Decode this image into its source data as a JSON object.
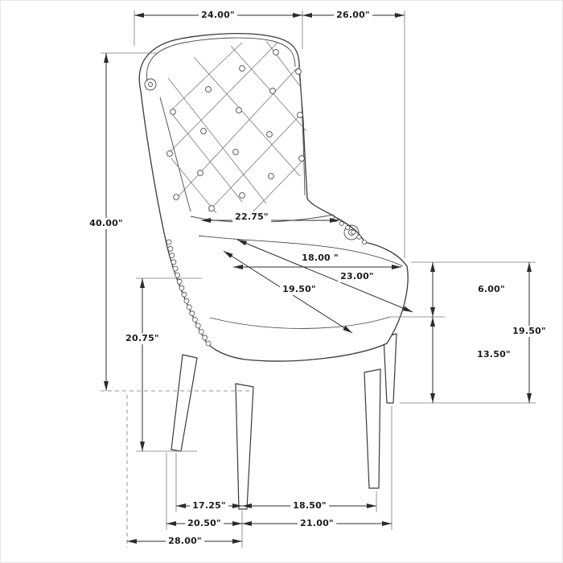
{
  "colors": {
    "ink": "#2b2b2b",
    "background": "#ffffff"
  },
  "dimensions": {
    "top_first": "24.00\"",
    "top_second": "26.00\"",
    "left_height": "40.00\"",
    "left_arm_height": "20.75\"",
    "seat_back_width": "22.75\"",
    "seat_width": "18.00 \"",
    "seat_diagonal": "23.00\"",
    "seat_depth": "19.50\"",
    "right_seat_thickness": "6.00\"",
    "right_total": "19.50\"",
    "right_leg_height": "13.50\"",
    "bottom_back_leg_span": "17.25\"",
    "bottom_front_leg_span": "18.50\"",
    "bottom_left_span": "20.50\"",
    "bottom_right_span": "21.00\"",
    "bottom_overall_depth": "28.00\""
  }
}
